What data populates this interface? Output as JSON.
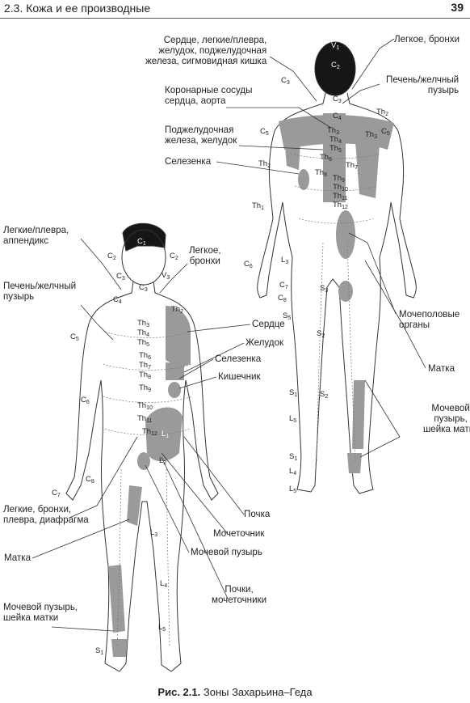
{
  "header": {
    "section_title": "2.3. Кожа и ее производные",
    "page_number": "39"
  },
  "caption": {
    "figure_ref": "Рис. 2.1.",
    "text": "Зоны Захарьина–Геда"
  },
  "back_labels": {
    "heart_lungs_stomach": [
      "Сердце, легкие/плевра,",
      "желудок, поджелудочная",
      "железа, сигмовидная кишка"
    ],
    "lung_bronchi": "Легкое, бронхи",
    "liver_gallbladder": [
      "Печень/желчный",
      "пузырь"
    ],
    "coronary_aorta": [
      "Коронарные сосуды",
      "сердца, аорта"
    ],
    "pancreas_stomach": [
      "Поджелудочная",
      "железа, желудок"
    ],
    "spleen": "Селезенка",
    "genital_organs": [
      "Мочеполовые",
      "органы"
    ],
    "uterus": "Матка",
    "bladder_cervix": [
      "Мочевой",
      "пузырь,",
      "шейка матки"
    ]
  },
  "front_labels": {
    "lungs_appendix": [
      "Легкие/плевра,",
      "аппендикс"
    ],
    "lung_bronchi": [
      "Легкое,",
      "бронхи"
    ],
    "liver_gallbladder": [
      "Печень/желчный",
      "пузырь"
    ],
    "heart": "Сердце",
    "stomach": "Желудок",
    "spleen": "Селезенка",
    "intestine": "Кишечник",
    "lungs_diaphragm": [
      "Легкие, бронхи,",
      "плевра, диафрагма"
    ],
    "uterus": "Матка",
    "bladder_cervix": [
      "Мочевой пузырь,",
      "шейка матки"
    ],
    "kidney": "Почка",
    "ureter": "Мочеточник",
    "bladder": "Мочевой пузырь",
    "kidneys_ureters": [
      "Почки,",
      "мочеточники"
    ]
  },
  "back_segments": {
    "V1": "V1",
    "C2": "C2",
    "C3": "C3",
    "C3b": "C3",
    "C4": "C4",
    "C5": "C5",
    "C5b": "C5",
    "Th2": "Th2",
    "Th2b": "Th2",
    "Th3": "Th3",
    "Th3b": "Th3",
    "Th4": "Th4",
    "Th5": "Th5",
    "Th6": "Th6",
    "Th7": "Th7",
    "Th8": "Th8",
    "Th9": "Th9",
    "Th10": "Th10",
    "Th11": "Th11",
    "Th12": "Th12",
    "Th1": "Th1",
    "C6": "C6",
    "C7": "C7",
    "C8": "C8",
    "L3": "L3",
    "S4": "S4",
    "S3": "S3",
    "S5": "S5",
    "S2": "S2",
    "S1": "S1",
    "S2b": "S2",
    "L5": "L5",
    "S1b": "S1",
    "L4": "L4",
    "L5b": "L5"
  },
  "front_segments": {
    "C1": "C1",
    "C2l": "C2",
    "C2r": "C2",
    "C3l": "C3",
    "C3r": "C3",
    "V3": "V3",
    "C4": "C4",
    "Th2": "Th2",
    "C5": "C5",
    "Th3": "Th3",
    "Th4": "Th4",
    "Th5": "Th5",
    "Th6": "Th6",
    "Th7": "Th7",
    "Th8": "Th8",
    "Th9": "Th9",
    "C6": "C6",
    "Th10": "Th10",
    "Th11": "Th11",
    "Th12": "Th12",
    "L1": "L1",
    "L2": "L2",
    "C8": "C8",
    "C7": "C7",
    "L3": "L3",
    "L4": "L4",
    "L5": "L5",
    "S1": "S1"
  },
  "colors": {
    "shade": "#9a9a9a",
    "hair": "#161616",
    "line": "#333333"
  }
}
